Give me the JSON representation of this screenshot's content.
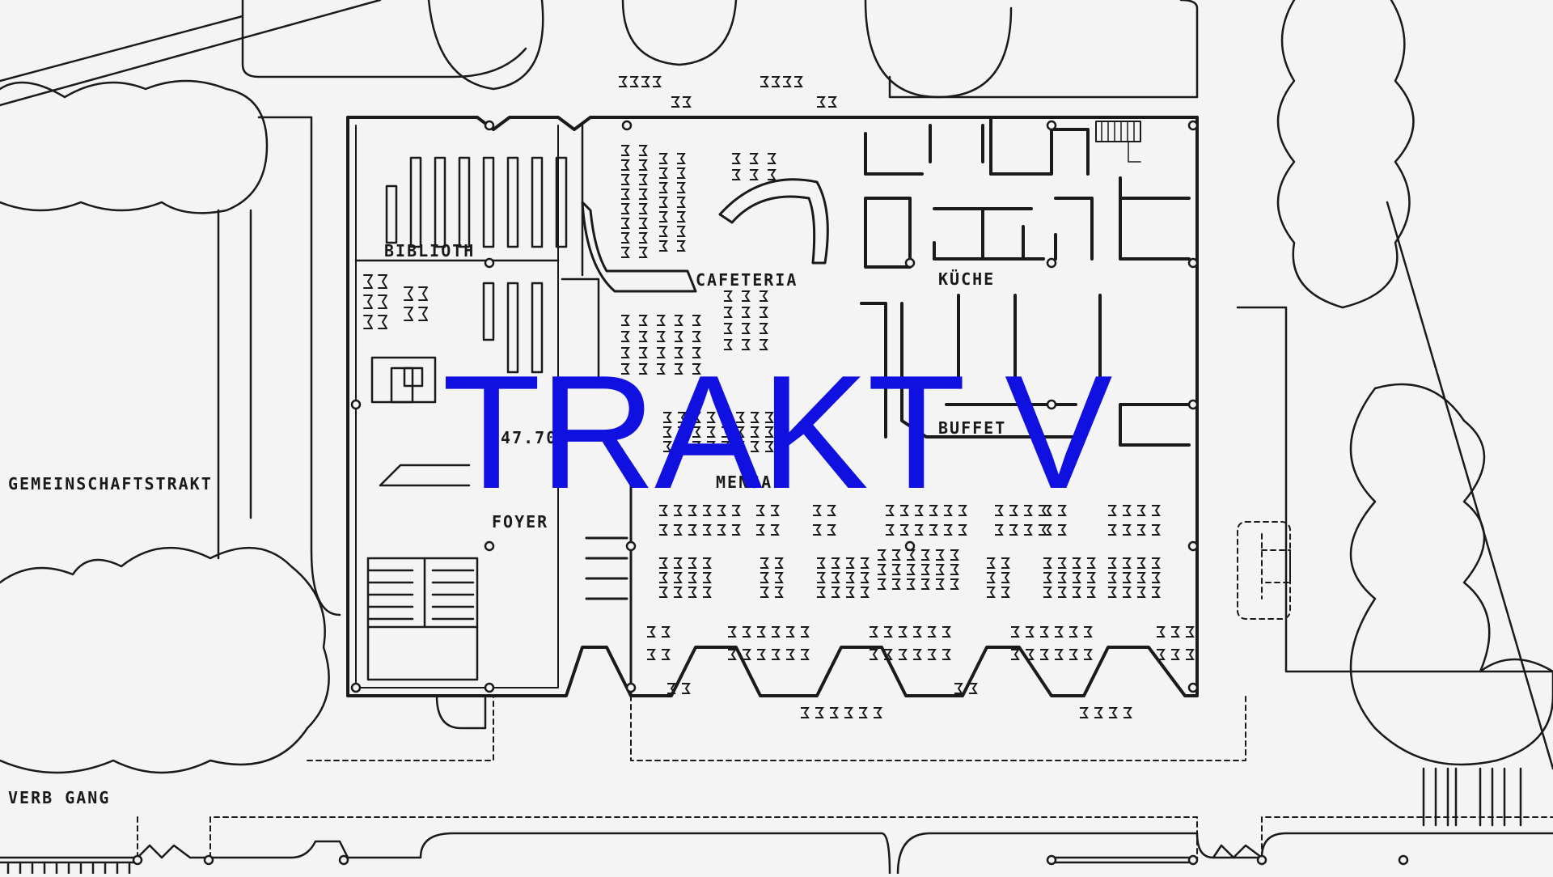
{
  "colors": {
    "background": "#f4f4f4",
    "ink": "#1a1a1a",
    "overlay": "#1010e0"
  },
  "overlay": {
    "title": "TRAKT V"
  },
  "labels": {
    "gemeinschaftstrakt": "GEMEINSCHAFTSTRAKT",
    "biblioth": "BIBLIOTH",
    "cafeteria": "CAFETERIA",
    "kuche": "KÜCHE",
    "buffet": "BUFFET",
    "level": "447.70",
    "mensa": "MENSA",
    "foyer": "FOYER",
    "verb_gang": "VERB GANG"
  }
}
